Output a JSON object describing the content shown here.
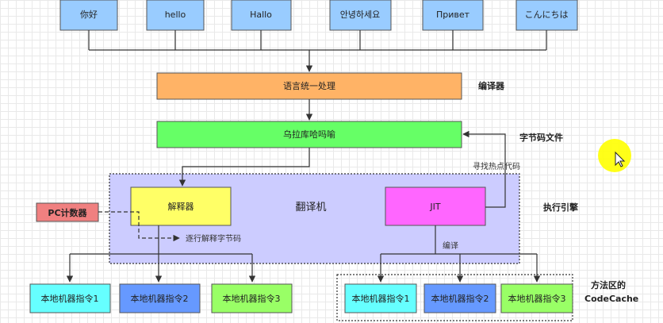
{
  "languages": [
    "你好",
    "hello",
    "Hallo",
    "안녕하세요",
    "Привет",
    "こんにちは"
  ],
  "compile": {
    "label": "语言统一处理",
    "side_label": "编译器"
  },
  "bytecode": {
    "label": "乌拉库哈吗喻",
    "side_label": "字节码文件"
  },
  "hotspot_label": "寻找热点代码",
  "engine": {
    "translator_label": "翻译机",
    "side_label": "执行引擎",
    "interpreter_label": "解释器",
    "jit_label": "JIT",
    "line_by_line_label": "逐行解释字节码",
    "compile_label": "编译"
  },
  "pc_counter": "PC计数器",
  "native_left": [
    "本地机器指令1",
    "本地机器指令2",
    "本地机器指令3"
  ],
  "native_right": [
    "本地机器指令1",
    "本地机器指令2",
    "本地机器指令3"
  ],
  "code_cache": {
    "line1": "方法区的",
    "line2": "CodeCache"
  },
  "colors": {
    "language_box": "#99ccff",
    "compile_box": "#ffb366",
    "bytecode_box": "#66ff66",
    "engine_bg": "#ccccff",
    "interpreter_box": "#ffff66",
    "jit_box": "#ff66ff",
    "pc_box": "#f08080",
    "native_cyan": "#66ffff",
    "native_blue": "#6699ff",
    "native_green": "#99ff66",
    "cursor_highlight": "#ffff00"
  }
}
